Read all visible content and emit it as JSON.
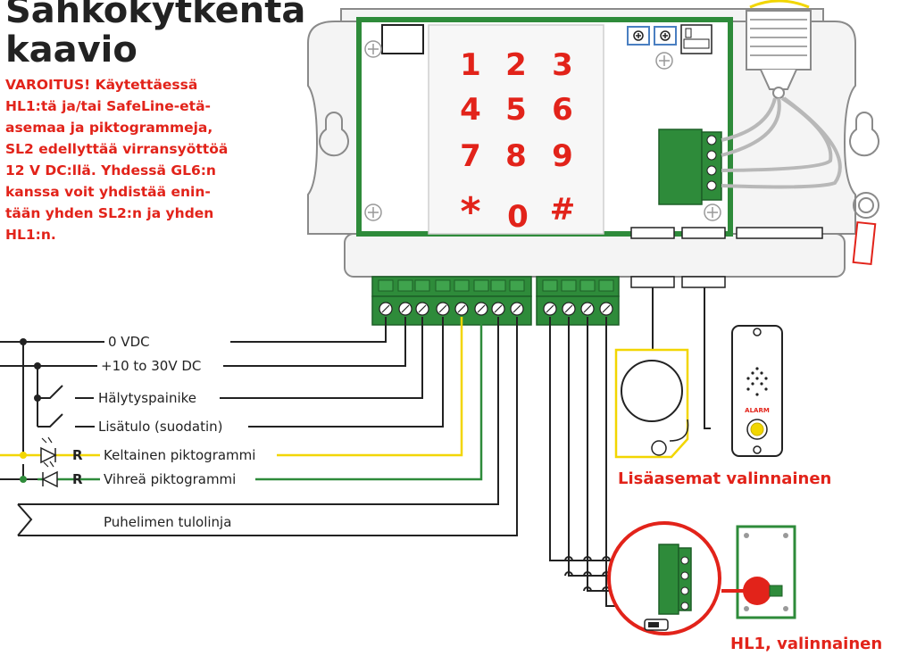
{
  "title": [
    "Sähkökytkentä",
    "kaavio"
  ],
  "warning_lines": [
    "VAROITUS!  Käytettäessä",
    "HL1:tä ja/tai SafeLine-etä-",
    "asemaa ja piktogrammeja,",
    "SL2 edellyttää virransyöttöä",
    "12 V DC:llä. Yhdessä GL6:n",
    "kanssa voit yhdistää enin-",
    "tään yhden SL2:n ja yhden",
    "HL1:n."
  ],
  "keypad": [
    "1",
    "2",
    "3",
    "4",
    "5",
    "6",
    "7",
    "8",
    "9",
    "*",
    "0",
    "#"
  ],
  "wires": {
    "vdc0": "0 VDC",
    "vdc_supply": "+10 to 30V DC",
    "alarm_button": "Hälytyspainike",
    "extra_input": "Lisätulo (suodatin)",
    "yellow_pictogram": "Keltainen piktogrammi",
    "green_pictogram": "Vihreä piktogrammi",
    "phone_line": "Puhelimen tulolinja",
    "resistor_mark": "R"
  },
  "stations_caption": "Lisäasemat valinnainen",
  "alarm_station_label": "ALARM",
  "hl1_caption": "HL1, valinnainen",
  "colors": {
    "accent_red": "#e2231a",
    "pcb_green": "#2e8b3a",
    "wire_yellow": "#f2d600",
    "wire_green": "#2e8b3a"
  }
}
